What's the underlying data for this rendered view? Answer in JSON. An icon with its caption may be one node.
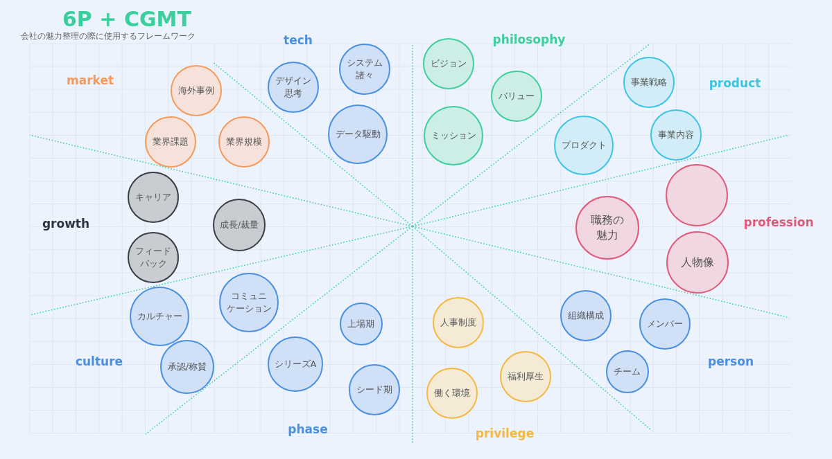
{
  "diagram": {
    "title": "6P + CGMT",
    "nodes": [
      {
        "text": [
          "システム諸々"
        ]
      },
      {
        "text": [
          "ビジョン"
        ]
      },
      {
        "text": [
          "事業戦略"
        ]
      },
      {
        "text": [
          "デザイン思考"
        ]
      },
      {
        "text": [
          "海外事例"
        ]
      },
      {
        "text": [
          "バリュー"
        ]
      },
      {
        "text": [
          "データ駆動"
        ]
      },
      {
        "text": [
          "ミッション"
        ]
      },
      {
        "text": [
          "業界課題"
        ]
      },
      {
        "text": [
          "業界規模"
        ]
      },
      {
        "text": [
          "プロダクト"
        ]
      },
      {
        "text": [
          "事業内容"
        ]
      },
      {
        "text": [],
        "shape": "circle"
      },
      {
        "text": [
          "キャリア"
        ]
      },
      {
        "text": [
          "職務の魅力"
        ]
      },
      {
        "text": [
          "成長/裁量"
        ]
      },
      {
        "text": [
          "フィードバック"
        ]
      },
      {
        "text": [
          "人物像"
        ]
      },
      {
        "text": [
          "コミュニケーション"
        ]
      },
      {
        "text": [
          "カルチャー"
        ]
      },
      {
        "text": [
          "組織構成"
        ]
      },
      {
        "text": [
          "上場期"
        ]
      },
      {
        "text": [
          "人事制度"
        ]
      },
      {
        "text": [
          "メンバー"
        ]
      },
      {
        "text": [
          "シリーズA"
        ]
      },
      {
        "text": [
          "承認/称賛"
        ]
      },
      {
        "text": [
          "福利厚生"
        ]
      },
      {
        "text": [
          "チーム"
        ]
      },
      {
        "text": [
          "シード期"
        ]
      },
      {
        "text": [
          "働く環境"
        ]
      }
    ],
    "labels": [
      "会社の魅力整理の際に使用するフレームワーク",
      "tech",
      "philosophy",
      "market",
      "product",
      "growth",
      "profession",
      "culture",
      "person",
      "phase",
      "privilege"
    ]
  }
}
